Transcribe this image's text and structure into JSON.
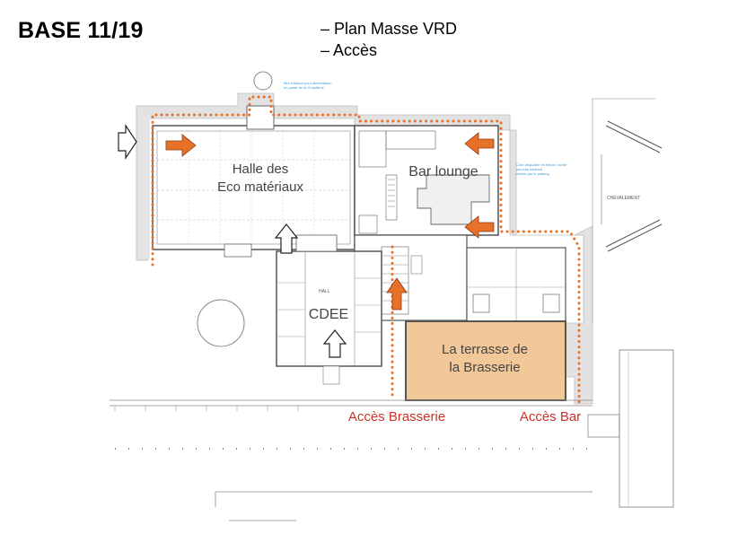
{
  "slide": {
    "title": "BASE 11/19",
    "subtitle_lines": [
      "– Plan Masse VRD",
      "– Accès"
    ]
  },
  "rooms": {
    "halle": [
      "Halle des",
      "Eco matériaux"
    ],
    "bar_lounge": "Bar lounge",
    "cdee": "CDEE",
    "terrasse": [
      "La terrasse de",
      "la Brasserie"
    ],
    "chevalement": "CHEVALEMENT",
    "hall": "HALL"
  },
  "access_labels": {
    "brasserie": "Accès Brasserie",
    "bar": "Accès Bar"
  },
  "annotations": {
    "top_note": [
      "Mur existant pour alimentation",
      "en partie de la Chaufferie"
    ],
    "right_note": [
      "Cour angulaire en béton / sortie",
      "secours existant",
      "entrée par le parking"
    ]
  },
  "colors": {
    "route_dots": "#e8712a",
    "arrow_fill": "#e8712a",
    "terrace_fill": "#f2c898",
    "access_text": "#c8342a",
    "plan_lines": "#555555",
    "grey_band": "#dcdcdc"
  }
}
